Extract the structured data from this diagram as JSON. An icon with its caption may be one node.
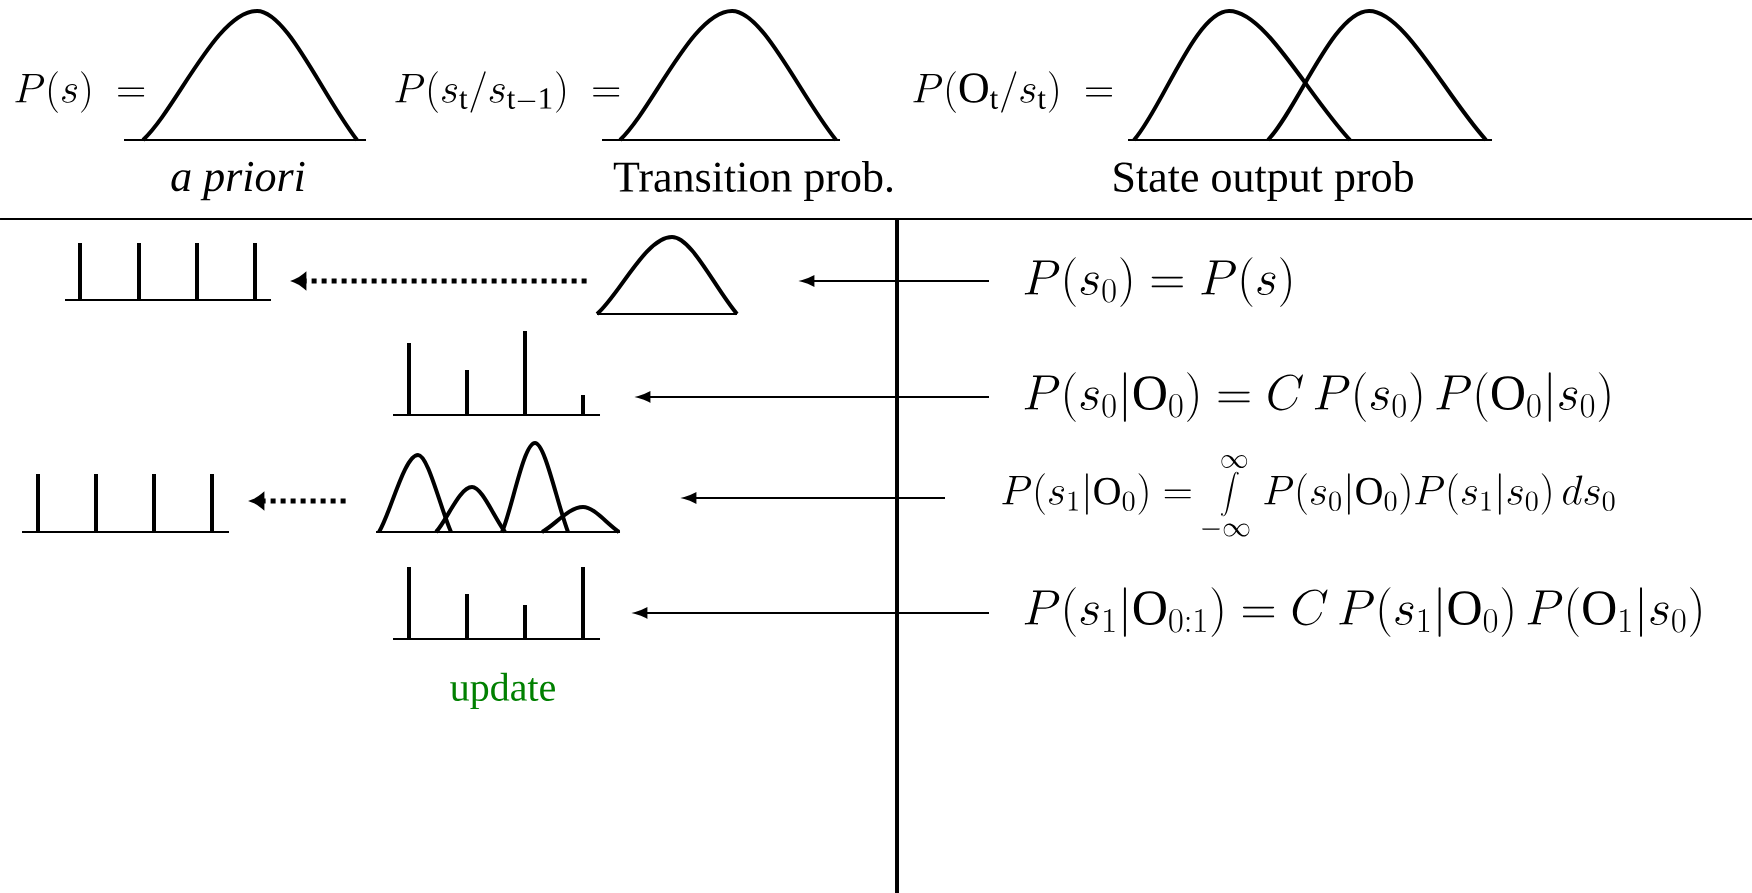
{
  "diagram": {
    "nodes": [
      {
        "text": [],
        "shape": "picture"
      },
      {
        "text": [],
        "shape": "picture"
      },
      {
        "text": [
          "P(s_0) = P(s)"
        ]
      },
      {
        "text": [],
        "shape": "picture"
      },
      {
        "text": [
          "P(s_0| \\mathrm{O}_0) = C\\,P(s_0)\\,P(\\mathrm{O}_0| s_0)"
        ]
      },
      {
        "text": [],
        "shape": "picture"
      },
      {
        "text": [],
        "shape": "picture"
      },
      {
        "text": [
          "P(s_1|\\mathrm{O}_0)=\\int\\limits_{-\\infty}^{\\infty}P(s_0|\\mathrm{O}_0)P(s_1|s_0)\\,ds_0"
        ]
      },
      {
        "text": [],
        "shape": "picture",
        "beside": [
          "update"
        ]
      },
      {
        "text": [
          "P(s_1| \\mathrm{O}_{0:1}) = C\\,P(s_1| \\mathrm{O}_0)\\,P(\\mathrm{O}_1| s_0)"
        ]
      }
    ],
    "edges": [
      {
        "from": 1,
        "to": 0,
        "arrow": "to",
        "style": "dashed"
      },
      {
        "from": 2,
        "to": 1,
        "arrow": "to"
      },
      {
        "from": 4,
        "to": 3,
        "arrow": "to"
      },
      {
        "from": 6,
        "to": 5,
        "arrow": "to",
        "style": "dashed"
      },
      {
        "from": 7,
        "to": 6,
        "arrow": "to"
      },
      {
        "from": 9,
        "to": 8,
        "arrow": "to"
      }
    ],
    "labels": [
      "P(s)\\ =",
      "a priori",
      "P(s_\\mathrm{t}/s_\\mathrm{t-1})\\ =",
      "Transition prob.",
      "P(\\mathrm{O}_\\mathrm{t}/s_\\mathrm{t})\\ =",
      "State output prob"
    ]
  }
}
